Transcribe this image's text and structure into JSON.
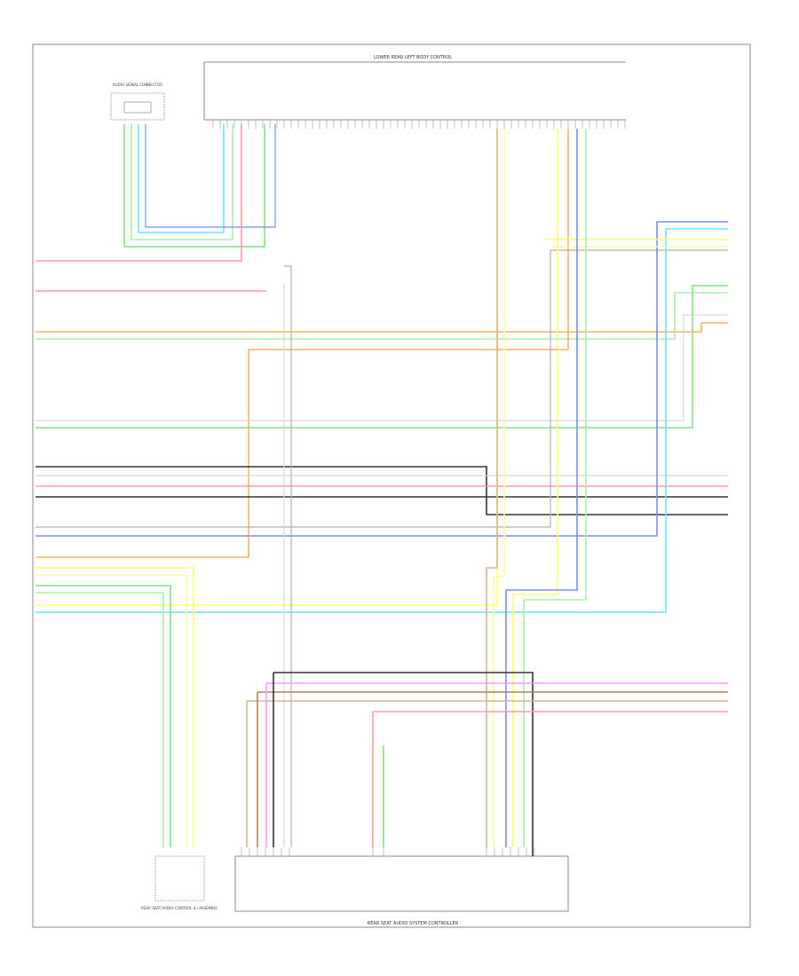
{
  "diagram": {
    "page_number": "",
    "components": {
      "top_module": {
        "title": "LOWER REAR LEFT BODY CONTROL",
        "subtitle": ""
      },
      "left_connector": {
        "label": "AUDIO SIGNAL CONNECTOR"
      },
      "rear_module": {
        "title": "REAR SEAT AUDIO SYSTEM CONTROLLER"
      },
      "bottom_left_unit": {
        "label": "REAR SEAT AUDIO CONTROL (L) ASSEMBLY"
      },
      "small_block": {
        "label": ""
      }
    },
    "wire_colors": {
      "red": "#ff9aa8",
      "pink": "#ff9aff",
      "green": "#7ee27e",
      "lightgreen": "#a8f0a8",
      "yellow": "#ffff66",
      "lightyellow": "#fffaa0",
      "orange": "#ffb060",
      "tan": "#d8b48c",
      "blue": "#7c8cff",
      "cyan": "#66e6ff",
      "black": "#333333",
      "gray": "#b0b0b0",
      "white": "#d8d8d8",
      "brown": "#b08050"
    }
  }
}
